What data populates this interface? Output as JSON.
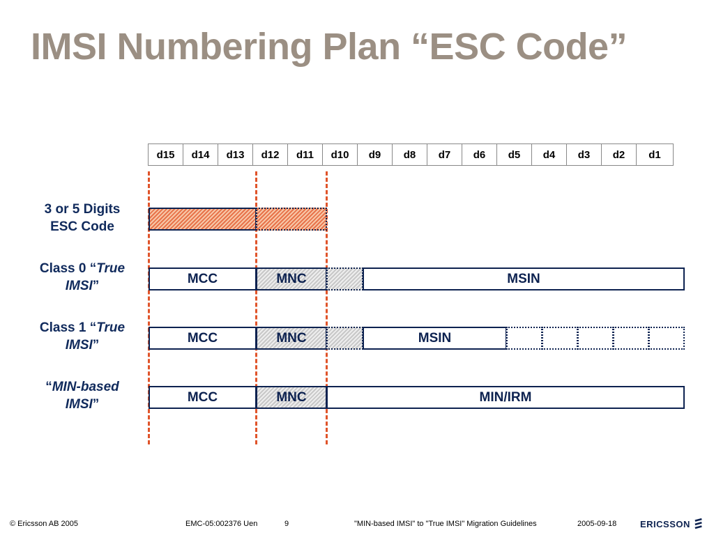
{
  "title": "IMSI Numbering Plan “ESC Code”",
  "digits": [
    "d15",
    "d14",
    "d13",
    "d12",
    "d11",
    "d10",
    "d9",
    "d8",
    "d7",
    "d6",
    "d5",
    "d4",
    "d3",
    "d2",
    "d1"
  ],
  "rows": {
    "esc": {
      "line1": "3 or 5 Digits",
      "line2": "ESC Code"
    },
    "class0": {
      "prefix": "Class 0 “",
      "em1": "True",
      "em2": "IMSI",
      "suffix": "”"
    },
    "class1": {
      "prefix": "Class 1 “",
      "em1": "True",
      "em2": "IMSI",
      "suffix": "”"
    },
    "min": {
      "open": "“",
      "em1": "MIN-based",
      "em2": "IMSI",
      "suffix": "”"
    }
  },
  "fields": {
    "mcc": "MCC",
    "mnc": "MNC",
    "msin": "MSIN",
    "min_irm": "MIN/IRM"
  },
  "footer": {
    "copyright": "© Ericsson AB 2005",
    "doc_id": "EMC-05:002376 Uen",
    "page": "9",
    "doc_title": "\"MIN-based IMSI\" to \"True IMSI\" Migration Guidelines",
    "date": "2005-09-18",
    "brand": "ERICSSON"
  },
  "colors": {
    "title": "#9b8f83",
    "dash": "#e0542a",
    "navy": "#0d2250",
    "orange_hatch": "#e8734a",
    "grey_hatch": "#c8c8c8"
  }
}
